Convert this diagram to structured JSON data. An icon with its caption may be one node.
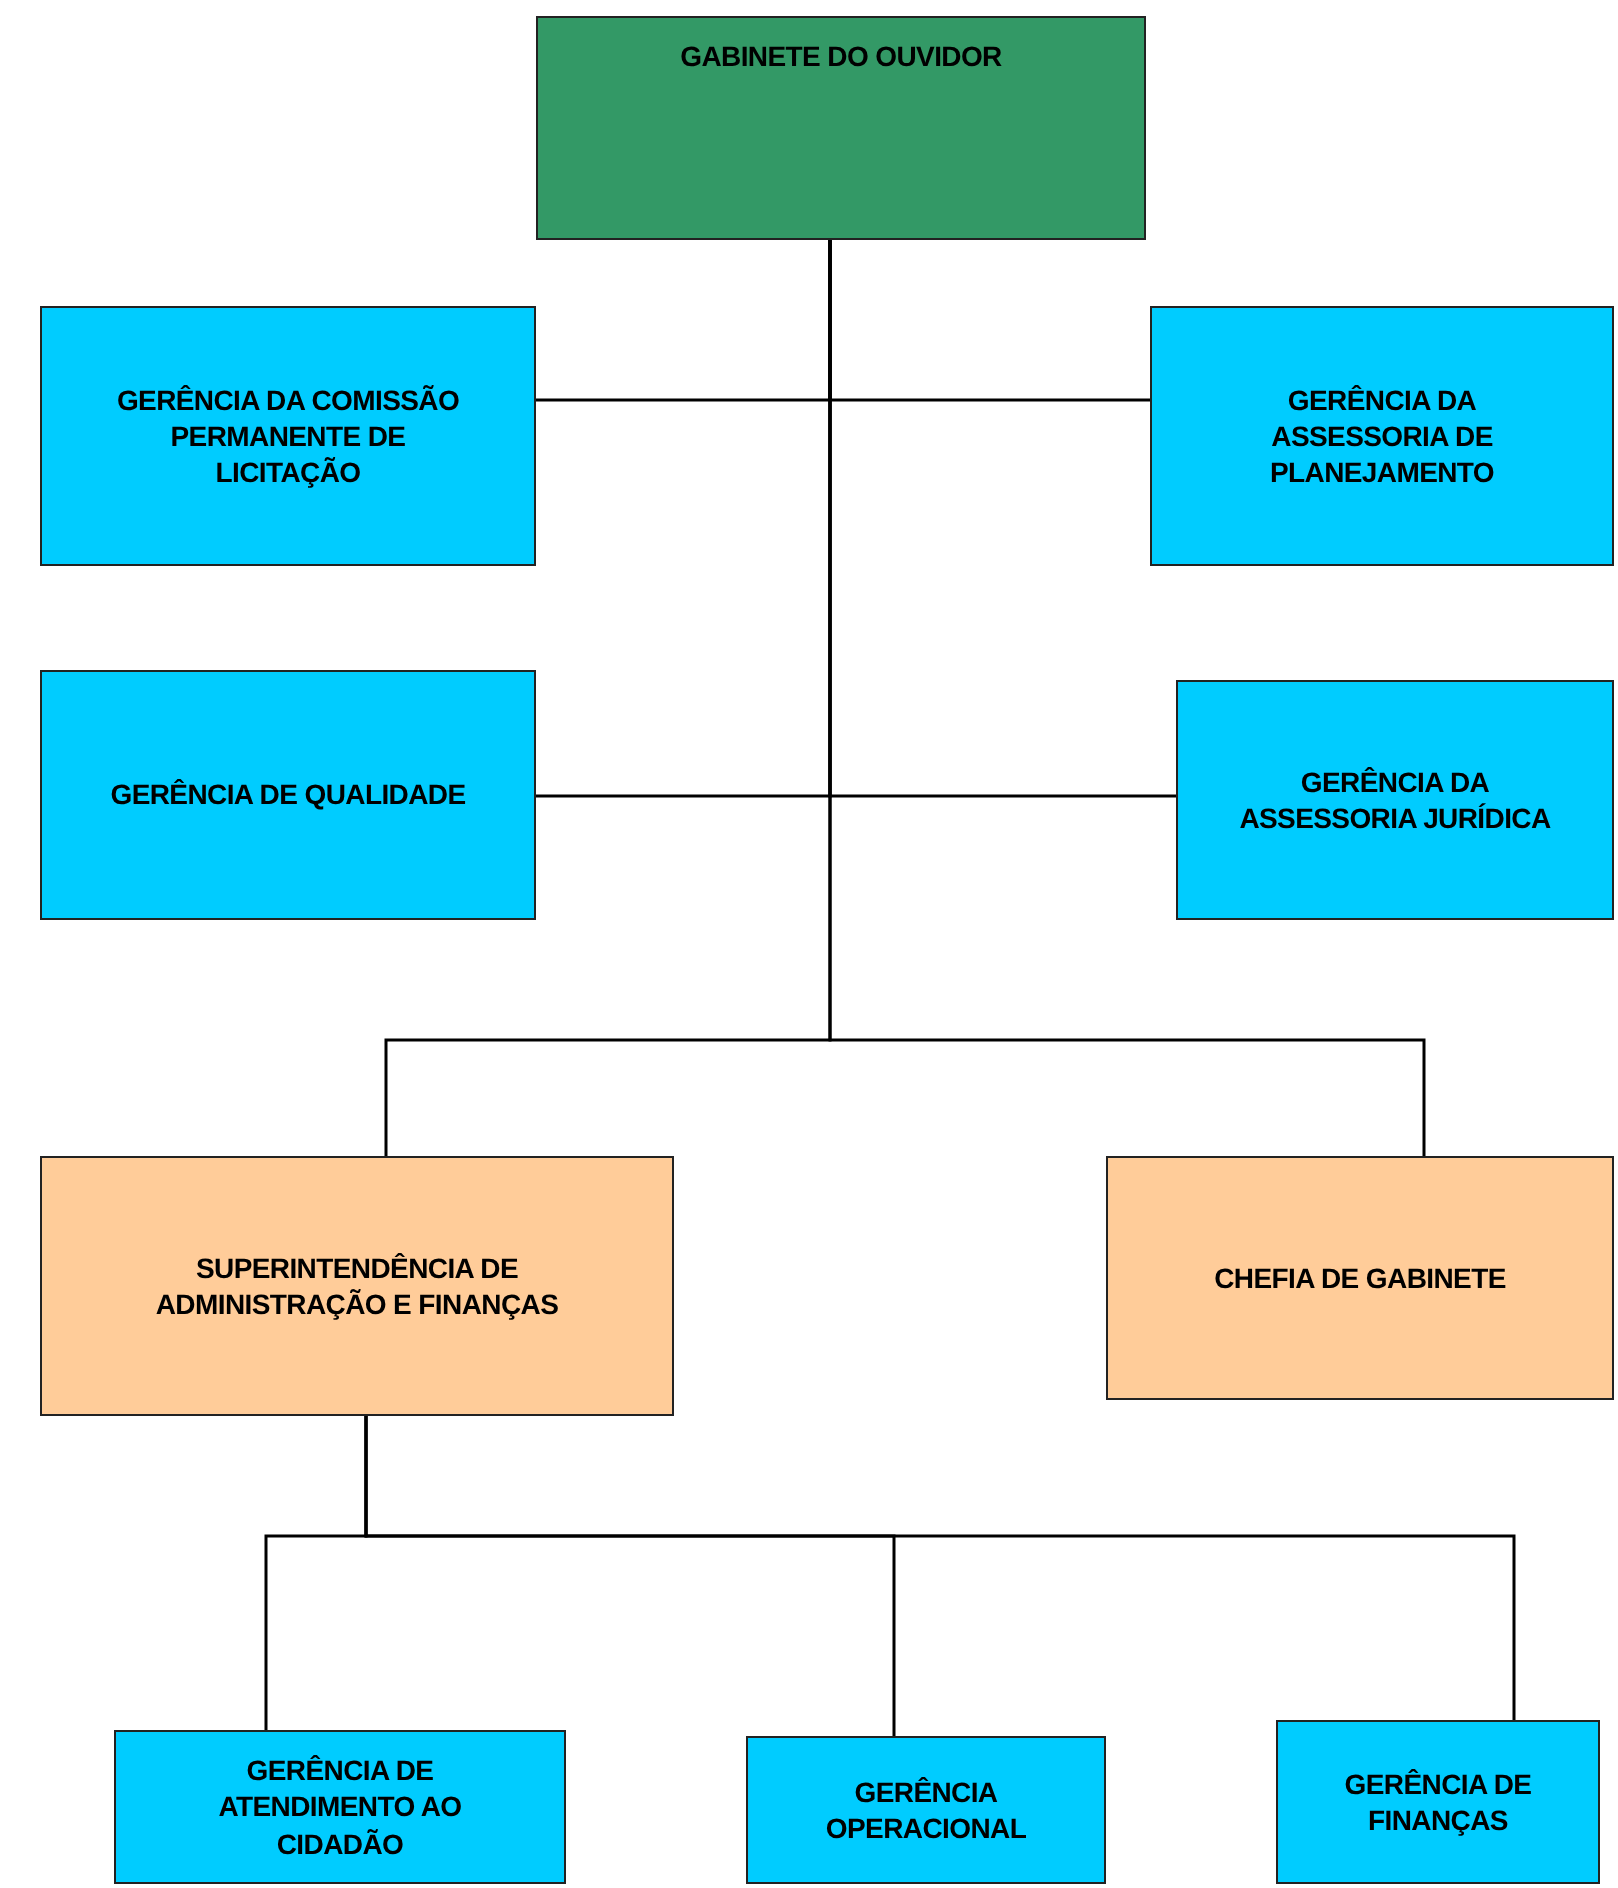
{
  "diagram": {
    "nodes": [
      {
        "text": [
          "GABINETE DO OUVIDOR"
        ]
      },
      {
        "text": [
          "GERÊNCIA DA COMISSÃO PERMANENTE DE LICITAÇÃO"
        ]
      },
      {
        "text": [
          "GERÊNCIA DA ASSESSORIA DE PLANEJAMENTO"
        ]
      },
      {
        "text": [
          "GERÊNCIA DE QUALIDADE"
        ]
      },
      {
        "text": [
          "GERÊNCIA DA ASSESSORIA JURÍDICA"
        ]
      },
      {
        "text": [
          "SUPERINTENDÊNCIA DE ADMINISTRAÇÃO E FINANÇAS"
        ]
      },
      {
        "text": [
          "CHEFIA DE GABINETE"
        ]
      },
      {
        "text": [
          "GERÊNCIA DE ATENDIMENTO AO CIDADÃO"
        ]
      },
      {
        "text": [
          "GERÊNCIA OPERACIONAL"
        ]
      },
      {
        "text": [
          "GERÊNCIA DE FINANÇAS"
        ]
      }
    ],
    "edges": [
      {
        "from": 0,
        "to": 1,
        "arrow": "none"
      },
      {
        "from": 0,
        "to": 2,
        "arrow": "none"
      },
      {
        "from": 0,
        "to": 3,
        "arrow": "none"
      },
      {
        "from": 0,
        "to": 4,
        "arrow": "none"
      },
      {
        "from": 0,
        "to": 5,
        "arrow": "none"
      },
      {
        "from": 0,
        "to": 6,
        "arrow": "none"
      },
      {
        "from": 5,
        "to": 7,
        "arrow": "none"
      },
      {
        "from": 5,
        "to": 8,
        "arrow": "none"
      },
      {
        "from": 5,
        "to": 9,
        "arrow": "none"
      }
    ]
  }
}
